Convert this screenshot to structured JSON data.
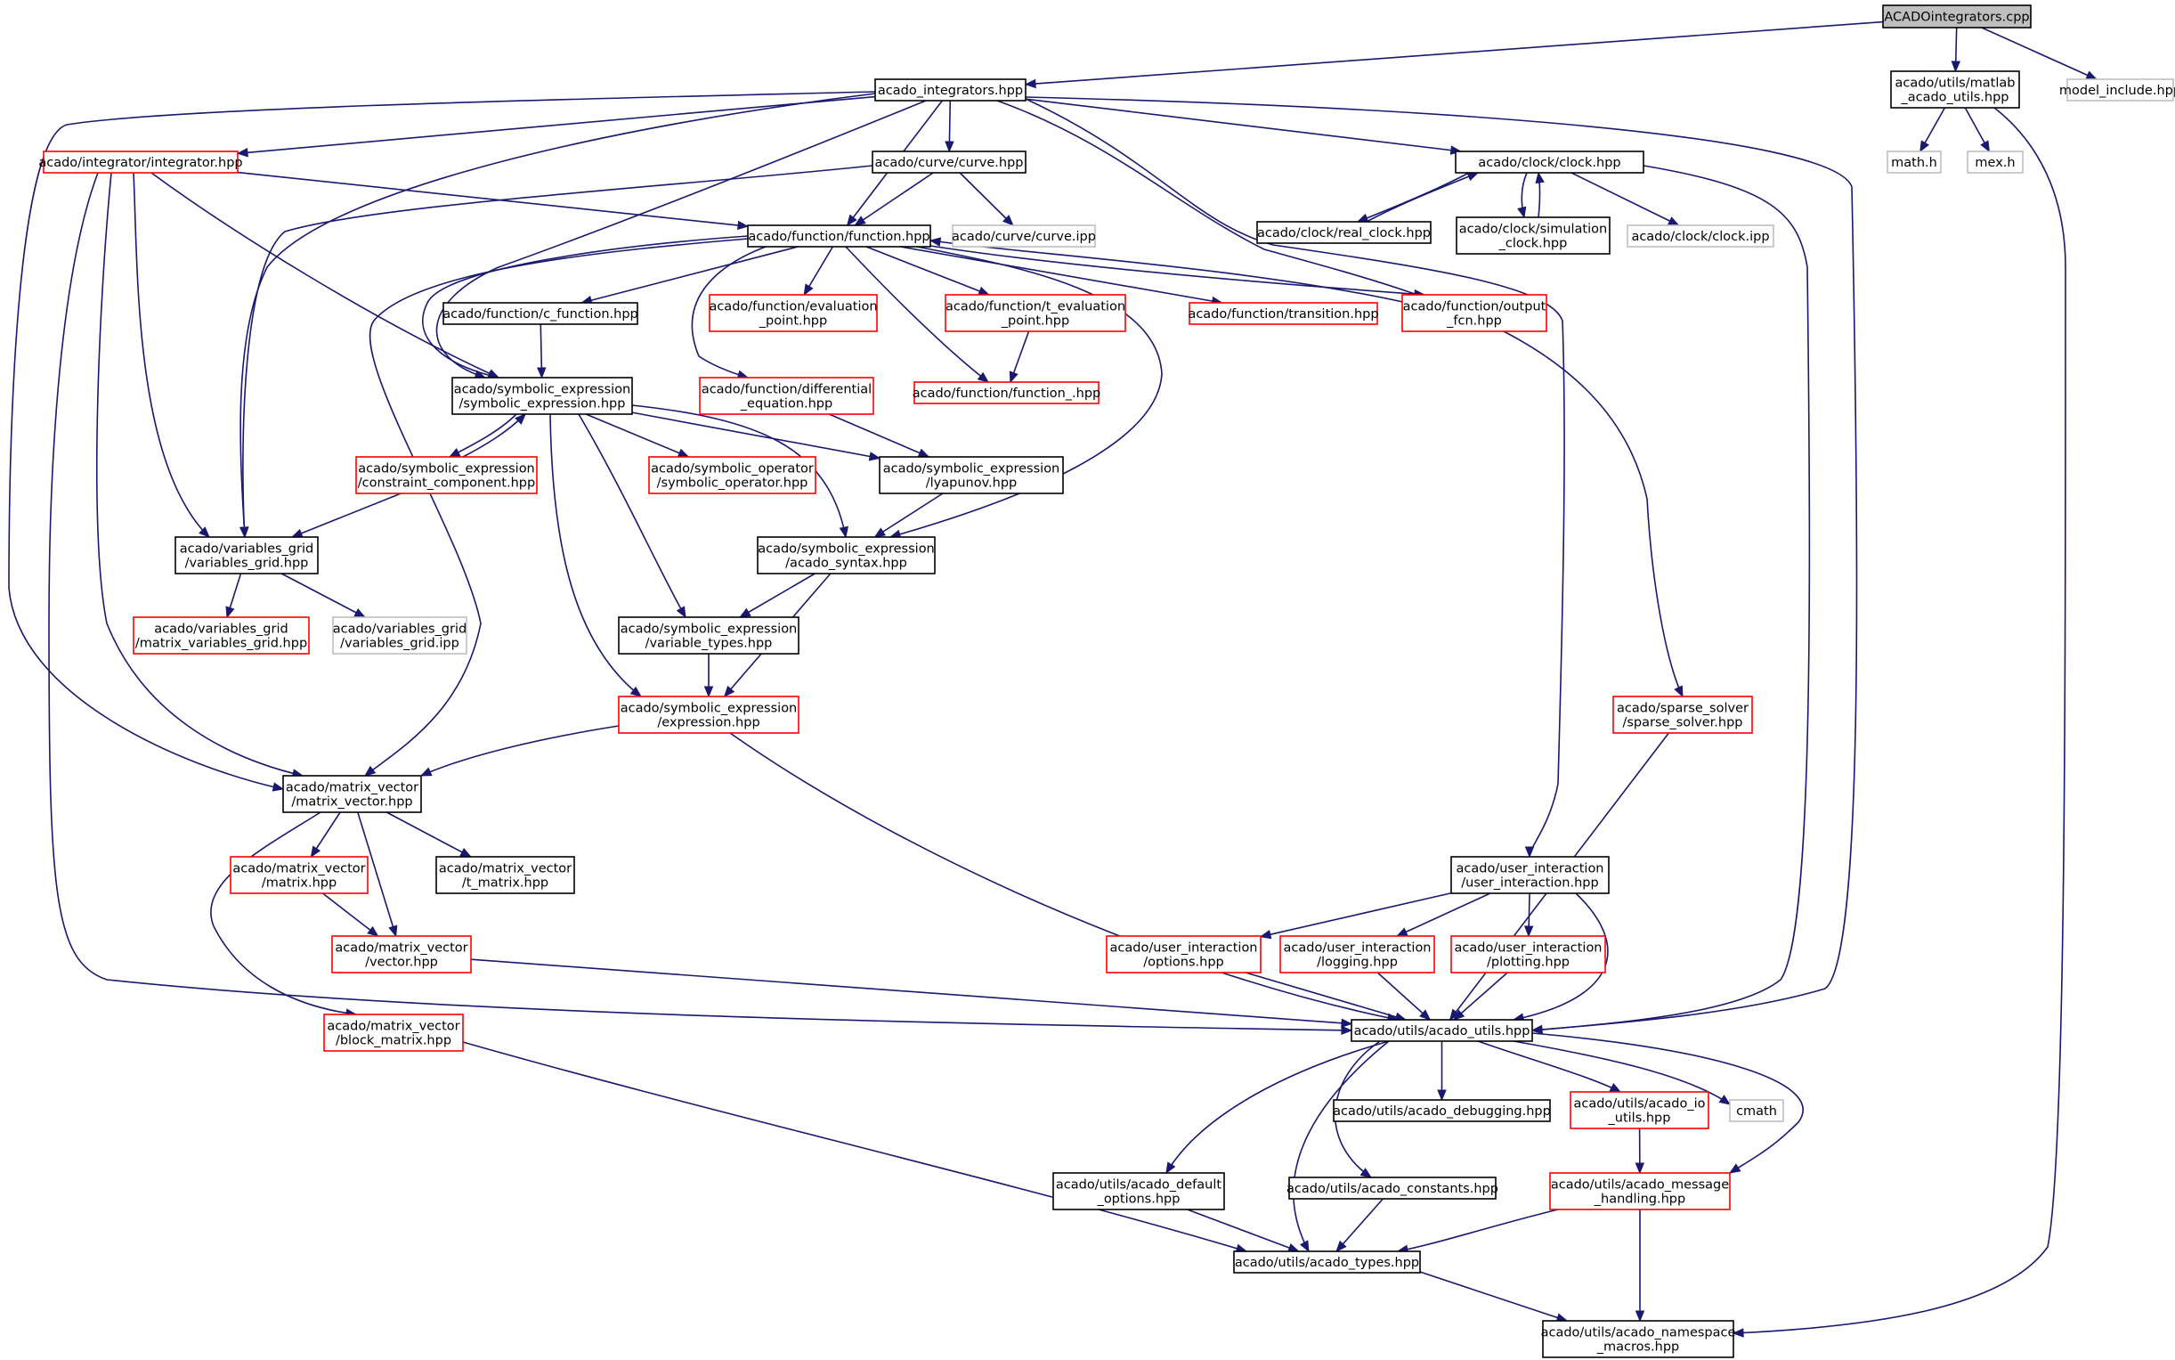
{
  "graph": {
    "nodes": [
      {
        "id": "root",
        "lines": [
          "ACADOintegrators.cpp"
        ],
        "style": "root"
      },
      {
        "id": "integrators",
        "lines": [
          "acado_integrators.hpp"
        ],
        "style": "normal"
      },
      {
        "id": "matlab_utils",
        "lines": [
          "acado/utils/matlab",
          "_acado_utils.hpp"
        ],
        "style": "normal"
      },
      {
        "id": "model_include",
        "lines": [
          "model_include.hpp"
        ],
        "style": "grey"
      },
      {
        "id": "math_h",
        "lines": [
          "math.h"
        ],
        "style": "grey"
      },
      {
        "id": "mex_h",
        "lines": [
          "mex.h"
        ],
        "style": "grey"
      },
      {
        "id": "integrator",
        "lines": [
          "acado/integrator/integrator.hpp"
        ],
        "style": "red"
      },
      {
        "id": "curve",
        "lines": [
          "acado/curve/curve.hpp"
        ],
        "style": "normal"
      },
      {
        "id": "clock",
        "lines": [
          "acado/clock/clock.hpp"
        ],
        "style": "normal"
      },
      {
        "id": "function",
        "lines": [
          "acado/function/function.hpp"
        ],
        "style": "normal"
      },
      {
        "id": "curve_ipp",
        "lines": [
          "acado/curve/curve.ipp"
        ],
        "style": "grey"
      },
      {
        "id": "real_clock",
        "lines": [
          "acado/clock/real_clock.hpp"
        ],
        "style": "normal"
      },
      {
        "id": "sim_clock",
        "lines": [
          "acado/clock/simulation",
          "_clock.hpp"
        ],
        "style": "normal"
      },
      {
        "id": "clock_ipp",
        "lines": [
          "acado/clock/clock.ipp"
        ],
        "style": "grey"
      },
      {
        "id": "c_function",
        "lines": [
          "acado/function/c_function.hpp"
        ],
        "style": "normal"
      },
      {
        "id": "eval_point",
        "lines": [
          "acado/function/evaluation",
          "_point.hpp"
        ],
        "style": "red"
      },
      {
        "id": "t_eval_point",
        "lines": [
          "acado/function/t_evaluation",
          "_point.hpp"
        ],
        "style": "red"
      },
      {
        "id": "transition",
        "lines": [
          "acado/function/transition.hpp"
        ],
        "style": "red"
      },
      {
        "id": "output_fcn",
        "lines": [
          "acado/function/output",
          "_fcn.hpp"
        ],
        "style": "red"
      },
      {
        "id": "symbolic_expr",
        "lines": [
          "acado/symbolic_expression",
          "/symbolic_expression.hpp"
        ],
        "style": "normal"
      },
      {
        "id": "diff_eq",
        "lines": [
          "acado/function/differential",
          "_equation.hpp"
        ],
        "style": "red"
      },
      {
        "id": "function_",
        "lines": [
          "acado/function/function_.hpp"
        ],
        "style": "red"
      },
      {
        "id": "constraint_comp",
        "lines": [
          "acado/symbolic_expression",
          "/constraint_component.hpp"
        ],
        "style": "red"
      },
      {
        "id": "symbolic_op",
        "lines": [
          "acado/symbolic_operator",
          "/symbolic_operator.hpp"
        ],
        "style": "red"
      },
      {
        "id": "lyapunov",
        "lines": [
          "acado/symbolic_expression",
          "/lyapunov.hpp"
        ],
        "style": "normal"
      },
      {
        "id": "variables_grid",
        "lines": [
          "acado/variables_grid",
          "/variables_grid.hpp"
        ],
        "style": "normal"
      },
      {
        "id": "acado_syntax",
        "lines": [
          "acado/symbolic_expression",
          "/acado_syntax.hpp"
        ],
        "style": "normal"
      },
      {
        "id": "matrix_vars_grid",
        "lines": [
          "acado/variables_grid",
          "/matrix_variables_grid.hpp"
        ],
        "style": "red"
      },
      {
        "id": "variables_grid_ipp",
        "lines": [
          "acado/variables_grid",
          "/variables_grid.ipp"
        ],
        "style": "grey"
      },
      {
        "id": "variable_types",
        "lines": [
          "acado/symbolic_expression",
          "/variable_types.hpp"
        ],
        "style": "normal"
      },
      {
        "id": "expression",
        "lines": [
          "acado/symbolic_expression",
          "/expression.hpp"
        ],
        "style": "red"
      },
      {
        "id": "sparse_solver",
        "lines": [
          "acado/sparse_solver",
          "/sparse_solver.hpp"
        ],
        "style": "red"
      },
      {
        "id": "matrix_vector",
        "lines": [
          "acado/matrix_vector",
          "/matrix_vector.hpp"
        ],
        "style": "normal"
      },
      {
        "id": "matrix",
        "lines": [
          "acado/matrix_vector",
          "/matrix.hpp"
        ],
        "style": "red"
      },
      {
        "id": "t_matrix",
        "lines": [
          "acado/matrix_vector",
          "/t_matrix.hpp"
        ],
        "style": "normal"
      },
      {
        "id": "user_interaction",
        "lines": [
          "acado/user_interaction",
          "/user_interaction.hpp"
        ],
        "style": "normal"
      },
      {
        "id": "vector",
        "lines": [
          "acado/matrix_vector",
          "/vector.hpp"
        ],
        "style": "red"
      },
      {
        "id": "options",
        "lines": [
          "acado/user_interaction",
          "/options.hpp"
        ],
        "style": "red"
      },
      {
        "id": "logging",
        "lines": [
          "acado/user_interaction",
          "/logging.hpp"
        ],
        "style": "red"
      },
      {
        "id": "plotting",
        "lines": [
          "acado/user_interaction",
          "/plotting.hpp"
        ],
        "style": "red"
      },
      {
        "id": "block_matrix",
        "lines": [
          "acado/matrix_vector",
          "/block_matrix.hpp"
        ],
        "style": "red"
      },
      {
        "id": "acado_utils",
        "lines": [
          "acado/utils/acado_utils.hpp"
        ],
        "style": "normal"
      },
      {
        "id": "acado_debugging",
        "lines": [
          "acado/utils/acado_debugging.hpp"
        ],
        "style": "normal"
      },
      {
        "id": "acado_io",
        "lines": [
          "acado/utils/acado_io",
          "_utils.hpp"
        ],
        "style": "red"
      },
      {
        "id": "cmath",
        "lines": [
          "cmath"
        ],
        "style": "grey"
      },
      {
        "id": "default_options",
        "lines": [
          "acado/utils/acado_default",
          "_options.hpp"
        ],
        "style": "normal"
      },
      {
        "id": "acado_constants",
        "lines": [
          "acado/utils/acado_constants.hpp"
        ],
        "style": "normal"
      },
      {
        "id": "msg_handling",
        "lines": [
          "acado/utils/acado_message",
          "_handling.hpp"
        ],
        "style": "red"
      },
      {
        "id": "acado_types",
        "lines": [
          "acado/utils/acado_types.hpp"
        ],
        "style": "normal"
      },
      {
        "id": "namespace_macros",
        "lines": [
          "acado/utils/acado_namespace",
          "_macros.hpp"
        ],
        "style": "normal"
      }
    ],
    "edges": [
      [
        "root",
        "integrators"
      ],
      [
        "root",
        "matlab_utils"
      ],
      [
        "root",
        "model_include"
      ],
      [
        "matlab_utils",
        "math_h"
      ],
      [
        "matlab_utils",
        "mex_h"
      ],
      [
        "matlab_utils",
        "namespace_macros"
      ],
      [
        "integrators",
        "integrator"
      ],
      [
        "integrators",
        "curve"
      ],
      [
        "integrators",
        "clock"
      ],
      [
        "integrators",
        "function"
      ],
      [
        "integrators",
        "symbolic_expr"
      ],
      [
        "integrators",
        "variables_grid"
      ],
      [
        "integrators",
        "matrix_vector"
      ],
      [
        "integrators",
        "sparse_solver"
      ],
      [
        "integrators",
        "acado_utils"
      ],
      [
        "integrators",
        "user_interaction"
      ],
      [
        "integrator",
        "function"
      ],
      [
        "integrator",
        "symbolic_expr"
      ],
      [
        "integrator",
        "variables_grid"
      ],
      [
        "integrator",
        "matrix_vector"
      ],
      [
        "integrator",
        "acado_utils"
      ],
      [
        "curve",
        "function"
      ],
      [
        "curve",
        "curve_ipp"
      ],
      [
        "curve",
        "variables_grid"
      ],
      [
        "clock",
        "real_clock"
      ],
      [
        "clock",
        "sim_clock"
      ],
      [
        "clock",
        "clock_ipp"
      ],
      [
        "clock",
        "acado_utils"
      ],
      [
        "real_clock",
        "clock"
      ],
      [
        "sim_clock",
        "clock"
      ],
      [
        "function",
        "c_function"
      ],
      [
        "function",
        "eval_point"
      ],
      [
        "function",
        "t_eval_point"
      ],
      [
        "function",
        "transition"
      ],
      [
        "function",
        "output_fcn"
      ],
      [
        "function",
        "symbolic_expr"
      ],
      [
        "function",
        "diff_eq"
      ],
      [
        "function",
        "function_"
      ],
      [
        "function",
        "acado_syntax"
      ],
      [
        "function",
        "matrix_vector"
      ],
      [
        "output_fcn",
        "function"
      ],
      [
        "c_function",
        "symbolic_expr"
      ],
      [
        "t_eval_point",
        "function_"
      ],
      [
        "symbolic_expr",
        "constraint_comp"
      ],
      [
        "symbolic_expr",
        "symbolic_op"
      ],
      [
        "symbolic_expr",
        "lyapunov"
      ],
      [
        "symbolic_expr",
        "acado_syntax"
      ],
      [
        "symbolic_expr",
        "variable_types"
      ],
      [
        "symbolic_expr",
        "expression"
      ],
      [
        "constraint_comp",
        "symbolic_expr"
      ],
      [
        "constraint_comp",
        "variables_grid"
      ],
      [
        "diff_eq",
        "lyapunov"
      ],
      [
        "lyapunov",
        "acado_syntax"
      ],
      [
        "acado_syntax",
        "variable_types"
      ],
      [
        "acado_syntax",
        "expression"
      ],
      [
        "variables_grid",
        "matrix_vars_grid"
      ],
      [
        "variables_grid",
        "variables_grid_ipp"
      ],
      [
        "variable_types",
        "expression"
      ],
      [
        "expression",
        "matrix_vector"
      ],
      [
        "expression",
        "acado_utils"
      ],
      [
        "sparse_solver",
        "acado_utils"
      ],
      [
        "matrix_vector",
        "matrix"
      ],
      [
        "matrix_vector",
        "t_matrix"
      ],
      [
        "matrix_vector",
        "vector"
      ],
      [
        "matrix_vector",
        "block_matrix"
      ],
      [
        "matrix",
        "vector"
      ],
      [
        "vector",
        "acado_utils"
      ],
      [
        "user_interaction",
        "options"
      ],
      [
        "user_interaction",
        "logging"
      ],
      [
        "user_interaction",
        "plotting"
      ],
      [
        "user_interaction",
        "acado_utils"
      ],
      [
        "options",
        "acado_utils"
      ],
      [
        "logging",
        "acado_utils"
      ],
      [
        "plotting",
        "acado_utils"
      ],
      [
        "block_matrix",
        "acado_types"
      ],
      [
        "acado_utils",
        "acado_debugging"
      ],
      [
        "acado_utils",
        "acado_io"
      ],
      [
        "acado_utils",
        "cmath"
      ],
      [
        "acado_utils",
        "default_options"
      ],
      [
        "acado_utils",
        "acado_constants"
      ],
      [
        "acado_utils",
        "msg_handling"
      ],
      [
        "acado_utils",
        "acado_types"
      ],
      [
        "acado_io",
        "msg_handling"
      ],
      [
        "default_options",
        "acado_types"
      ],
      [
        "acado_constants",
        "acado_types"
      ],
      [
        "msg_handling",
        "acado_types"
      ],
      [
        "msg_handling",
        "namespace_macros"
      ],
      [
        "acado_types",
        "namespace_macros"
      ]
    ]
  }
}
